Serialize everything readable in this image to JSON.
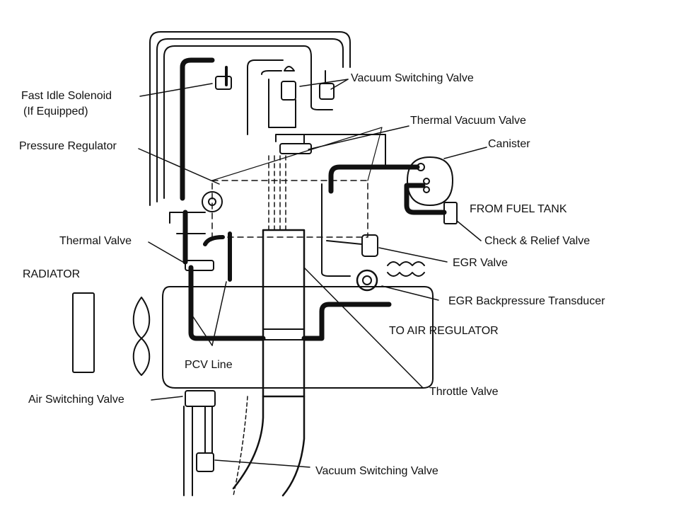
{
  "labels": {
    "fast_idle_solenoid": "Fast Idle Solenoid",
    "fast_idle_solenoid_note": "(If Equipped)",
    "pressure_regulator": "Pressure Regulator",
    "thermal_valve": "Thermal Valve",
    "radiator": "RADIATOR",
    "pcv_line": "PCV Line",
    "air_switching_valve": "Air Switching Valve",
    "vacuum_switching_valve_top": "Vacuum Switching Valve",
    "thermal_vacuum_valve": "Thermal Vacuum Valve",
    "canister": "Canister",
    "from_fuel_tank": "FROM FUEL TANK",
    "check_relief_valve": "Check & Relief Valve",
    "egr_valve": "EGR Valve",
    "egr_backpressure_transducer": "EGR Backpressure Transducer",
    "to_air_regulator": "TO AIR REGULATOR",
    "throttle_valve": "Throttle Valve",
    "vacuum_switching_valve_bottom": "Vacuum Switching Valve"
  },
  "colors": {
    "line": "#111111",
    "background": "#ffffff"
  }
}
